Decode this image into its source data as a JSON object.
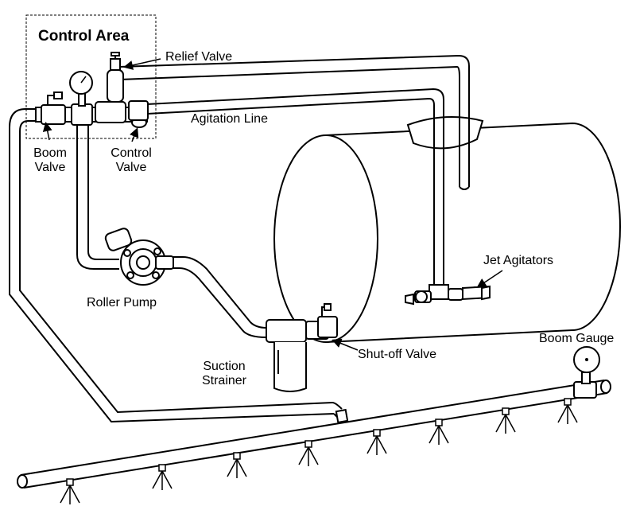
{
  "labels": {
    "control_area": "Control Area",
    "relief_valve": "Relief Valve",
    "agitation_line": "Agitation Line",
    "boom_valve_line1": "Boom",
    "boom_valve_line2": "Valve",
    "control_valve_line1": "Control",
    "control_valve_line2": "Valve",
    "jet_agitators": "Jet Agitators",
    "roller_pump": "Roller Pump",
    "suction_strainer_line1": "Suction",
    "suction_strainer_line2": "Strainer",
    "shutoff_valve": "Shut-off Valve",
    "boom_gauge": "Boom Gauge"
  },
  "colors": {
    "line": "#000000",
    "fill": "#ffffff",
    "tank_shadow": "#e8e8e8"
  }
}
